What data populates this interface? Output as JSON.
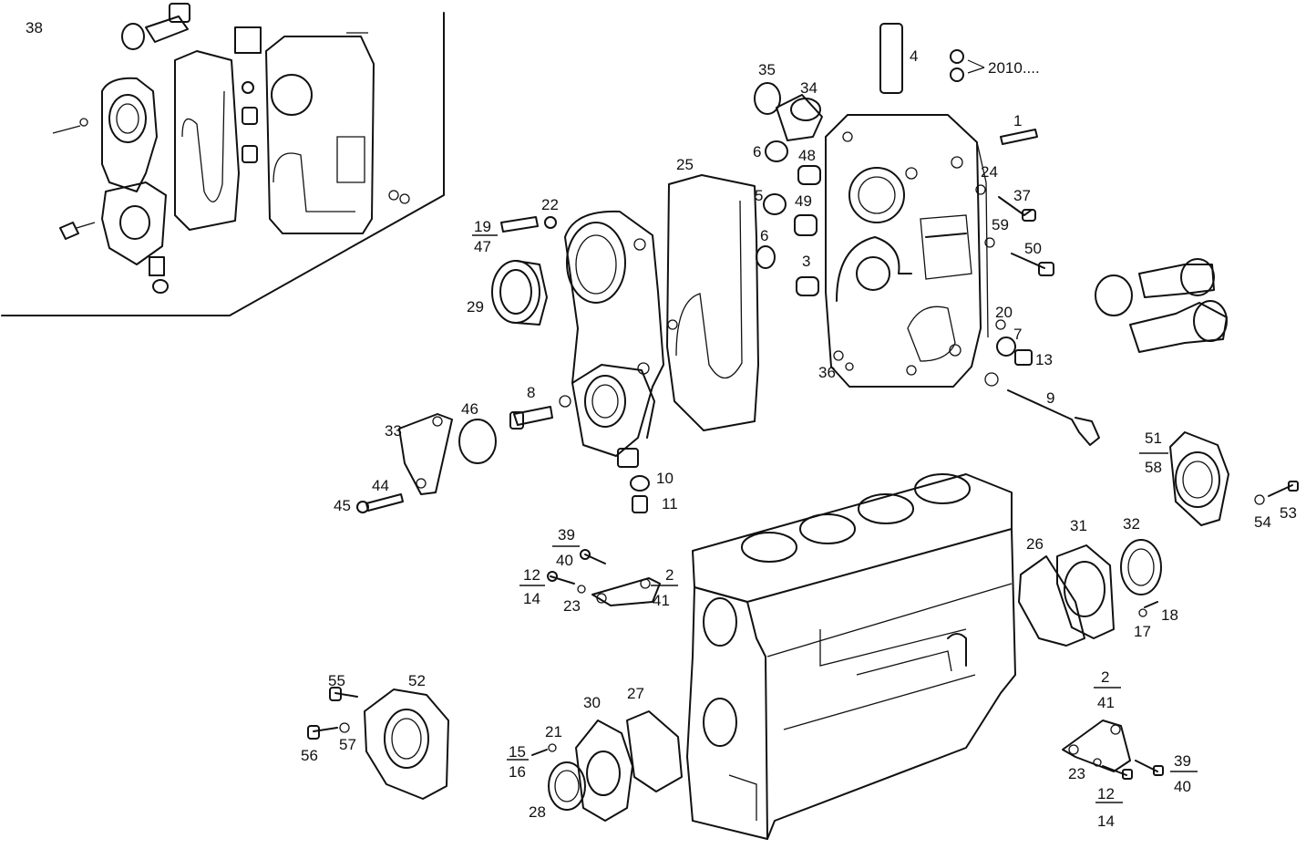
{
  "labels": {
    "l38": "38",
    "l35": "35",
    "l34": "34",
    "l4": "4",
    "l2010": "2010....",
    "l1": "1",
    "l6a": "6",
    "l48": "48",
    "l25": "25",
    "l24": "24",
    "l5": "5",
    "l49": "49",
    "l37": "37",
    "l22": "22",
    "l19": "19",
    "l47": "47",
    "l6b": "6",
    "l59": "59",
    "l50": "50",
    "l3": "3",
    "l29": "29",
    "l20": "20",
    "l7": "7",
    "l13": "13",
    "l36": "36",
    "l8": "8",
    "l9": "9",
    "l33": "33",
    "l46": "46",
    "l51": "51",
    "l58": "58",
    "l10": "10",
    "l44": "44",
    "l11": "11",
    "l45": "45",
    "l54": "54",
    "l53": "53",
    "l39a": "39",
    "l40a": "40",
    "l12a": "12",
    "l14a": "14",
    "l2a": "2",
    "l41a": "41",
    "l23a": "23",
    "l26": "26",
    "l31": "31",
    "l32": "32",
    "l18": "18",
    "l17": "17",
    "l55": "55",
    "l52": "52",
    "l56": "56",
    "l57": "57",
    "l30": "30",
    "l27": "27",
    "l21": "21",
    "l15": "15",
    "l16": "16",
    "l28": "28",
    "l2b": "2",
    "l41b": "41",
    "l39b": "39",
    "l40b": "40",
    "l23b": "23",
    "l12b": "12",
    "l14b": "14"
  }
}
